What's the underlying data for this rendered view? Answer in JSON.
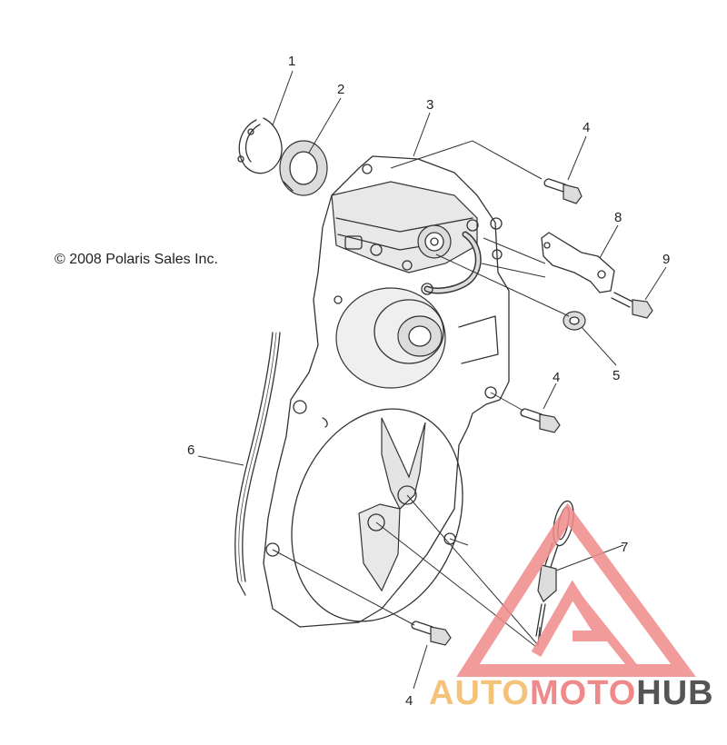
{
  "copyright": "© 2008 Polaris Sales Inc.",
  "callouts": {
    "c1": "1",
    "c2": "2",
    "c3": "3",
    "c4a": "4",
    "c4b": "4",
    "c4c": "4",
    "c5": "5",
    "c6": "6",
    "c7": "7",
    "c8": "8",
    "c9": "9"
  },
  "watermark": {
    "part1": "AUTOMOTO",
    "part2": "HUB",
    "color_primary": "#f08a8a",
    "color_secondary": "#f5c27a",
    "color_tertiary": "#444444"
  }
}
